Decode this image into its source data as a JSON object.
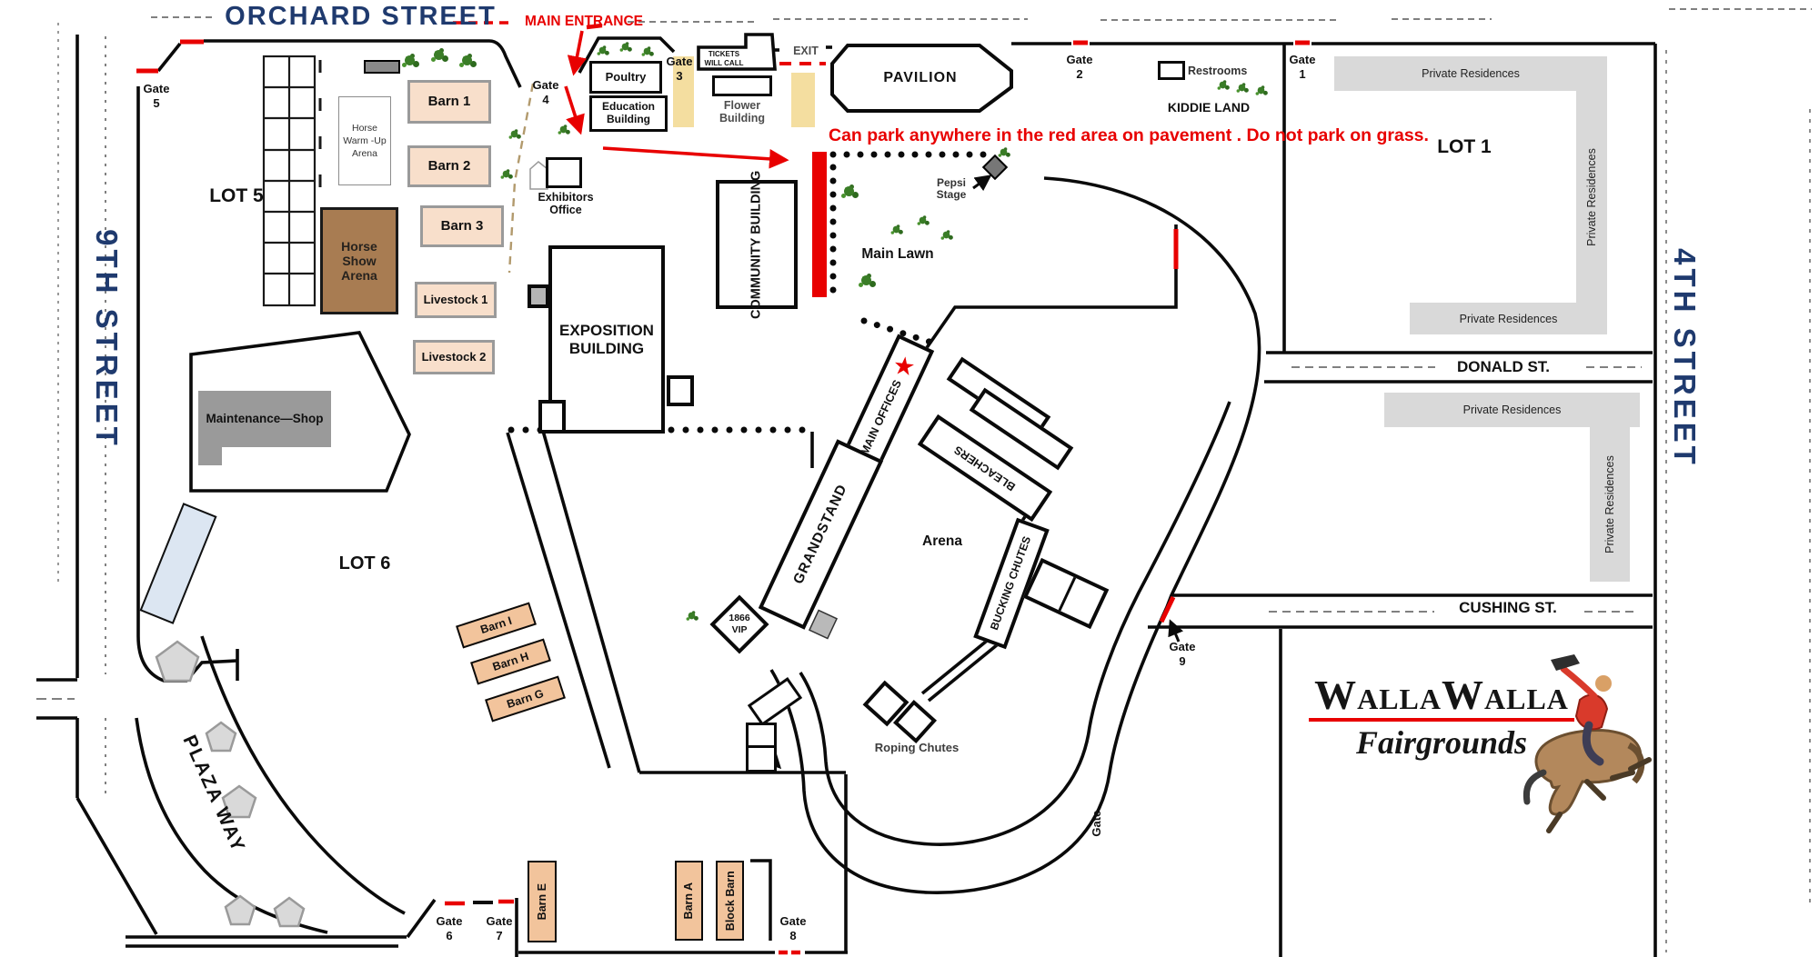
{
  "streets": {
    "orchard": "ORCHARD STREET",
    "ninth": "9TH STREET",
    "fourth": "4TH STREET",
    "plaza_way": "PLAZA WAY",
    "donald": "DONALD ST.",
    "cushing": "CUSHING ST."
  },
  "notes": {
    "main_entrance": "MAIN ENTRANCE",
    "parking": "Can park anywhere in the red area on pavement .  Do not park on grass.",
    "exit": "EXIT"
  },
  "areas": {
    "lot1": "LOT 1",
    "lot5": "LOT 5",
    "lot6": "LOT 6",
    "kiddie_land": "KIDDIE LAND",
    "main_lawn": "Main Lawn",
    "arena": "Arena",
    "private_residences": "Private Residences"
  },
  "gates": {
    "g1": {
      "word": "Gate",
      "num": "1"
    },
    "g2": {
      "word": "Gate",
      "num": "2"
    },
    "g3": {
      "word": "Gate",
      "num": "3"
    },
    "g4": {
      "word": "Gate",
      "num": "4"
    },
    "g5": {
      "word": "Gate",
      "num": "5"
    },
    "g6": {
      "word": "Gate",
      "num": "6"
    },
    "g7": {
      "word": "Gate",
      "num": "7"
    },
    "g8": {
      "word": "Gate",
      "num": "8"
    },
    "g9": {
      "word": "Gate",
      "num": "9"
    },
    "track": {
      "word": "Gate"
    }
  },
  "buildings": {
    "poultry": "Poultry",
    "education": [
      "Education",
      "Building"
    ],
    "tickets": [
      "TICKETS",
      "WILL CALL"
    ],
    "flower": [
      "Flower",
      "Building"
    ],
    "pavilion": "PAVILION",
    "restrooms": "Restrooms",
    "exhibitors": [
      "Exhibitors",
      "Office"
    ],
    "exposition": [
      "EXPOSITION",
      "BUILDING"
    ],
    "community": [
      "COMMUNITY",
      "BUILDING"
    ],
    "warmup": [
      "Horse",
      "Warm -Up",
      "Arena"
    ],
    "horse_show": [
      "Horse",
      "Show",
      "Arena"
    ],
    "barn1": "Barn 1",
    "barn2": "Barn 2",
    "barn3": "Barn 3",
    "livestock1": "Livestock 1",
    "livestock2": "Livestock 2",
    "main_offices": "MAIN OFFICES",
    "grandstand": "GRANDSTAND",
    "bleachers": "BLEACHERS",
    "bucking": "BUCKING CHUTES",
    "roping": "Roping Chutes",
    "vip": [
      "1866",
      "VIP"
    ],
    "barn_i": "Barn I",
    "barn_h": "Barn H",
    "barn_g": "Barn G",
    "barn_e": "Barn E",
    "barn_a": "Barn A",
    "block_barn": "Block Barn",
    "maintenance": "Maintenance—Shop",
    "pepsi": [
      "Pepsi",
      "Stage"
    ]
  },
  "logo": {
    "name": "WallaWalla",
    "sub": "Fairgrounds"
  },
  "colors": {
    "street_blue": "#1F3A6E",
    "red": "#FF0000",
    "barn_light": "#F8DFCB",
    "barn_peach": "#F2C49C",
    "arena_brown": "#A87C52",
    "residence_gray": "#D9D9D9",
    "maintenance_gray": "#9A9A9A",
    "pale_gold": "#F4DEA0",
    "light_blue": "#DCE6F2"
  }
}
